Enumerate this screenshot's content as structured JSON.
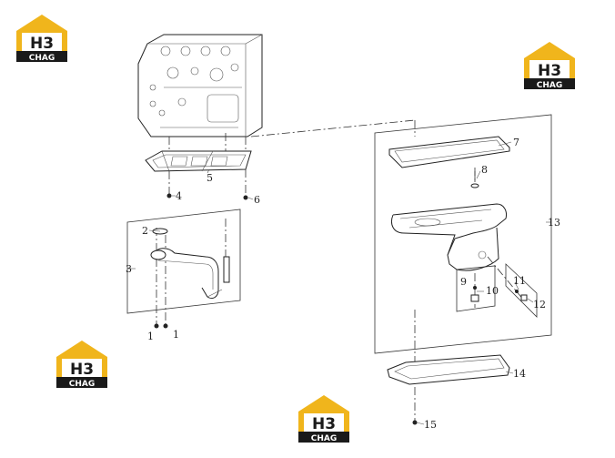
{
  "logos": [
    {
      "mark": "H3",
      "name": "CHAG",
      "color": "#f0b51c",
      "dark": "#1a1a1a"
    },
    {
      "mark": "H3",
      "name": "CHAG",
      "color": "#f0b51c",
      "dark": "#1a1a1a"
    },
    {
      "mark": "H3",
      "name": "CHAG",
      "color": "#f0b51c",
      "dark": "#1a1a1a"
    },
    {
      "mark": "H3",
      "name": "CHAG",
      "color": "#f0b51c",
      "dark": "#1a1a1a"
    }
  ],
  "callouts": [
    "1",
    "1",
    "2",
    "3",
    "4",
    "5",
    "6",
    "7",
    "8",
    "9",
    "10",
    "11",
    "12",
    "13",
    "14",
    "15"
  ]
}
